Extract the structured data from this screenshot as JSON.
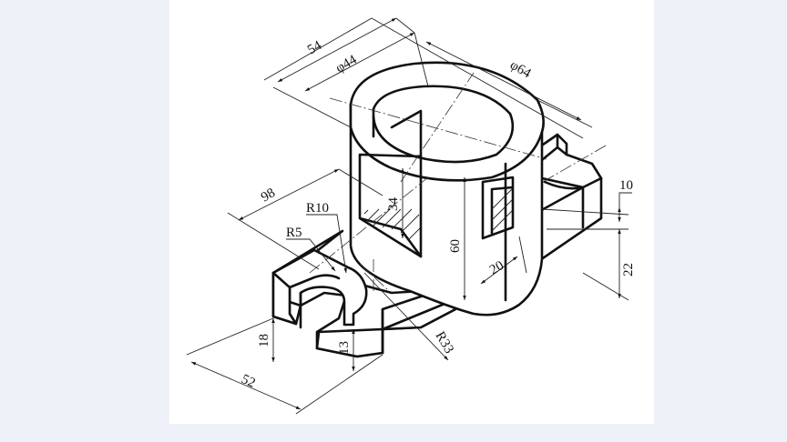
{
  "dimensions": {
    "d54": "54",
    "d44": "φ44",
    "d64": "φ64",
    "d98": "98",
    "r10": "R10",
    "r5": "R5",
    "d34": "34",
    "d60": "60",
    "d20": "20",
    "d10": "10",
    "d22": "22",
    "d18": "18",
    "d13": "13",
    "r33": "R33",
    "d52": "52"
  }
}
